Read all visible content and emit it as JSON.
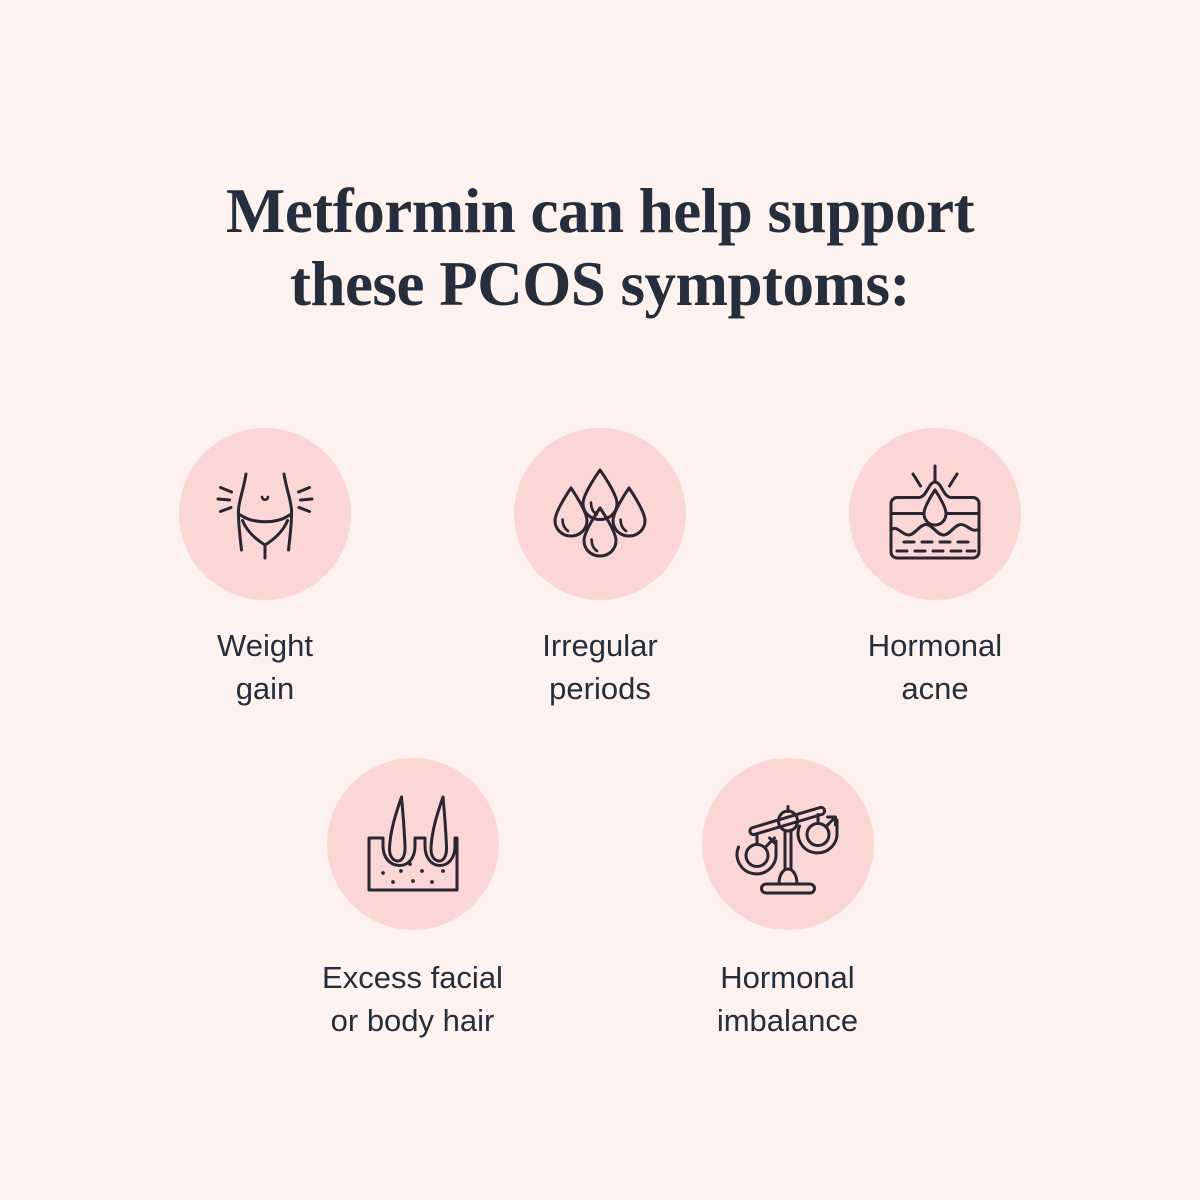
{
  "page": {
    "background_color": "#fdf2ee",
    "accent_circle_color": "#fad7d4",
    "text_color": "#252e3d",
    "icon_stroke_color": "#2b2431"
  },
  "title": {
    "line1": "Metformin can help support",
    "line2": "these PCOS symptoms:"
  },
  "symptoms": {
    "row1": [
      {
        "id": "weight-gain",
        "icon": "torso-waist-icon",
        "label": "Weight\ngain"
      },
      {
        "id": "irregular-periods",
        "icon": "blood-drops-icon",
        "label": "Irregular\nperiods"
      },
      {
        "id": "hormonal-acne",
        "icon": "skin-pimple-icon",
        "label": "Hormonal\nacne"
      }
    ],
    "row2": [
      {
        "id": "excess-hair",
        "icon": "hair-follicle-skin-icon",
        "label": "Excess facial\nor body hair"
      },
      {
        "id": "hormonal-imbalance",
        "icon": "gender-balance-scale-icon",
        "label": "Hormonal\nimbalance"
      }
    ]
  }
}
